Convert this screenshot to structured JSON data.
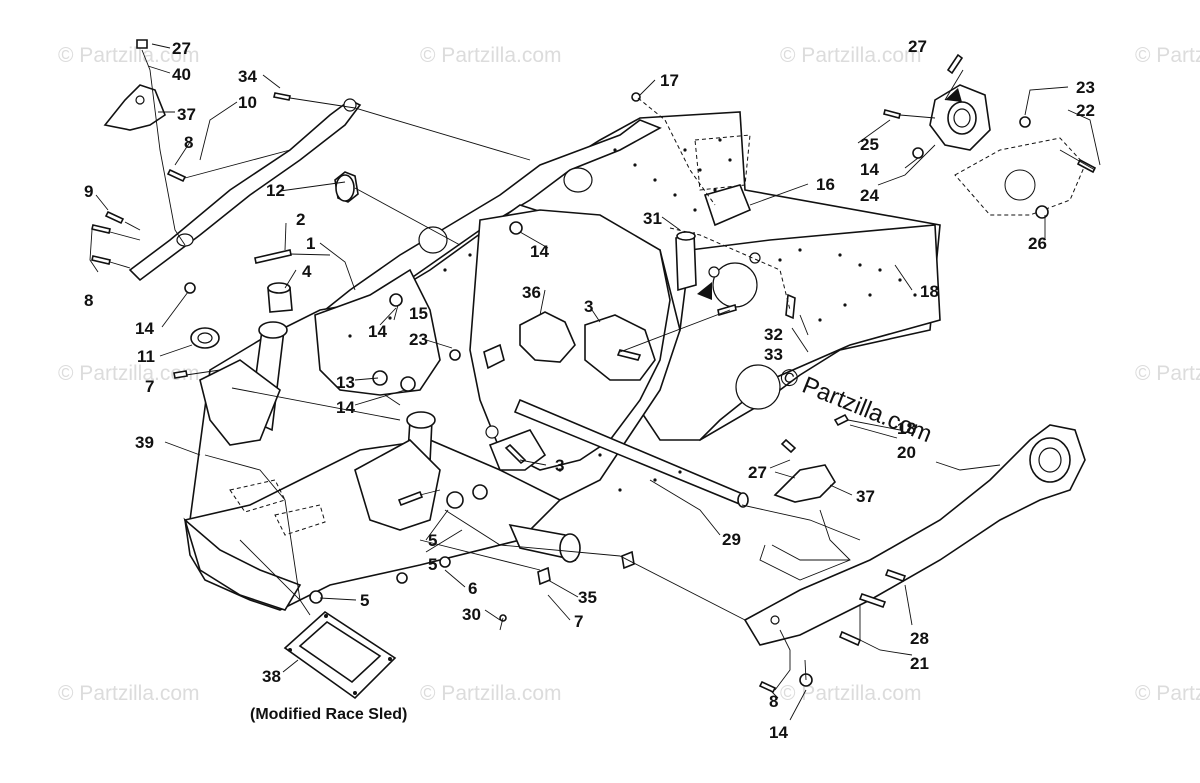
{
  "watermark": {
    "text": "© Partzilla.com"
  },
  "caption": "(Modified Race Sled)",
  "callouts": [
    {
      "id": "c27a",
      "text": "27"
    },
    {
      "id": "c40",
      "text": "40"
    },
    {
      "id": "c34",
      "text": "34"
    },
    {
      "id": "c10",
      "text": "10"
    },
    {
      "id": "c37a",
      "text": "37"
    },
    {
      "id": "c8a",
      "text": "8"
    },
    {
      "id": "c9",
      "text": "9"
    },
    {
      "id": "c8b",
      "text": "8"
    },
    {
      "id": "c12",
      "text": "12"
    },
    {
      "id": "c2",
      "text": "2"
    },
    {
      "id": "c1",
      "text": "1"
    },
    {
      "id": "c4",
      "text": "4"
    },
    {
      "id": "c14a",
      "text": "14"
    },
    {
      "id": "c11",
      "text": "11"
    },
    {
      "id": "c7a",
      "text": "7"
    },
    {
      "id": "c39",
      "text": "39"
    },
    {
      "id": "c15",
      "text": "15"
    },
    {
      "id": "c14b",
      "text": "14"
    },
    {
      "id": "c23a",
      "text": "23"
    },
    {
      "id": "c13",
      "text": "13"
    },
    {
      "id": "c14c",
      "text": "14"
    },
    {
      "id": "c36",
      "text": "36"
    },
    {
      "id": "c3a",
      "text": "3"
    },
    {
      "id": "c14d",
      "text": "14"
    },
    {
      "id": "c17",
      "text": "17"
    },
    {
      "id": "c16",
      "text": "16"
    },
    {
      "id": "c31",
      "text": "31"
    },
    {
      "id": "c3b",
      "text": "3"
    },
    {
      "id": "c5a",
      "text": "5"
    },
    {
      "id": "c5b",
      "text": "5"
    },
    {
      "id": "c5c",
      "text": "5"
    },
    {
      "id": "c6",
      "text": "6"
    },
    {
      "id": "c30",
      "text": "30"
    },
    {
      "id": "c35",
      "text": "35"
    },
    {
      "id": "c7b",
      "text": "7"
    },
    {
      "id": "c29",
      "text": "29"
    },
    {
      "id": "c38",
      "text": "38"
    },
    {
      "id": "c27b",
      "text": "27"
    },
    {
      "id": "c25",
      "text": "25"
    },
    {
      "id": "c14e",
      "text": "14"
    },
    {
      "id": "c24",
      "text": "24"
    },
    {
      "id": "c23b",
      "text": "23"
    },
    {
      "id": "c22",
      "text": "22"
    },
    {
      "id": "c26",
      "text": "26"
    },
    {
      "id": "c18a",
      "text": "18"
    },
    {
      "id": "c32",
      "text": "32"
    },
    {
      "id": "c33",
      "text": "33"
    },
    {
      "id": "c18b",
      "text": "18"
    },
    {
      "id": "c20",
      "text": "20"
    },
    {
      "id": "c27c",
      "text": "27"
    },
    {
      "id": "c37b",
      "text": "37"
    },
    {
      "id": "c28",
      "text": "28"
    },
    {
      "id": "c21",
      "text": "21"
    },
    {
      "id": "c8c",
      "text": "8"
    },
    {
      "id": "c14f",
      "text": "14"
    }
  ]
}
